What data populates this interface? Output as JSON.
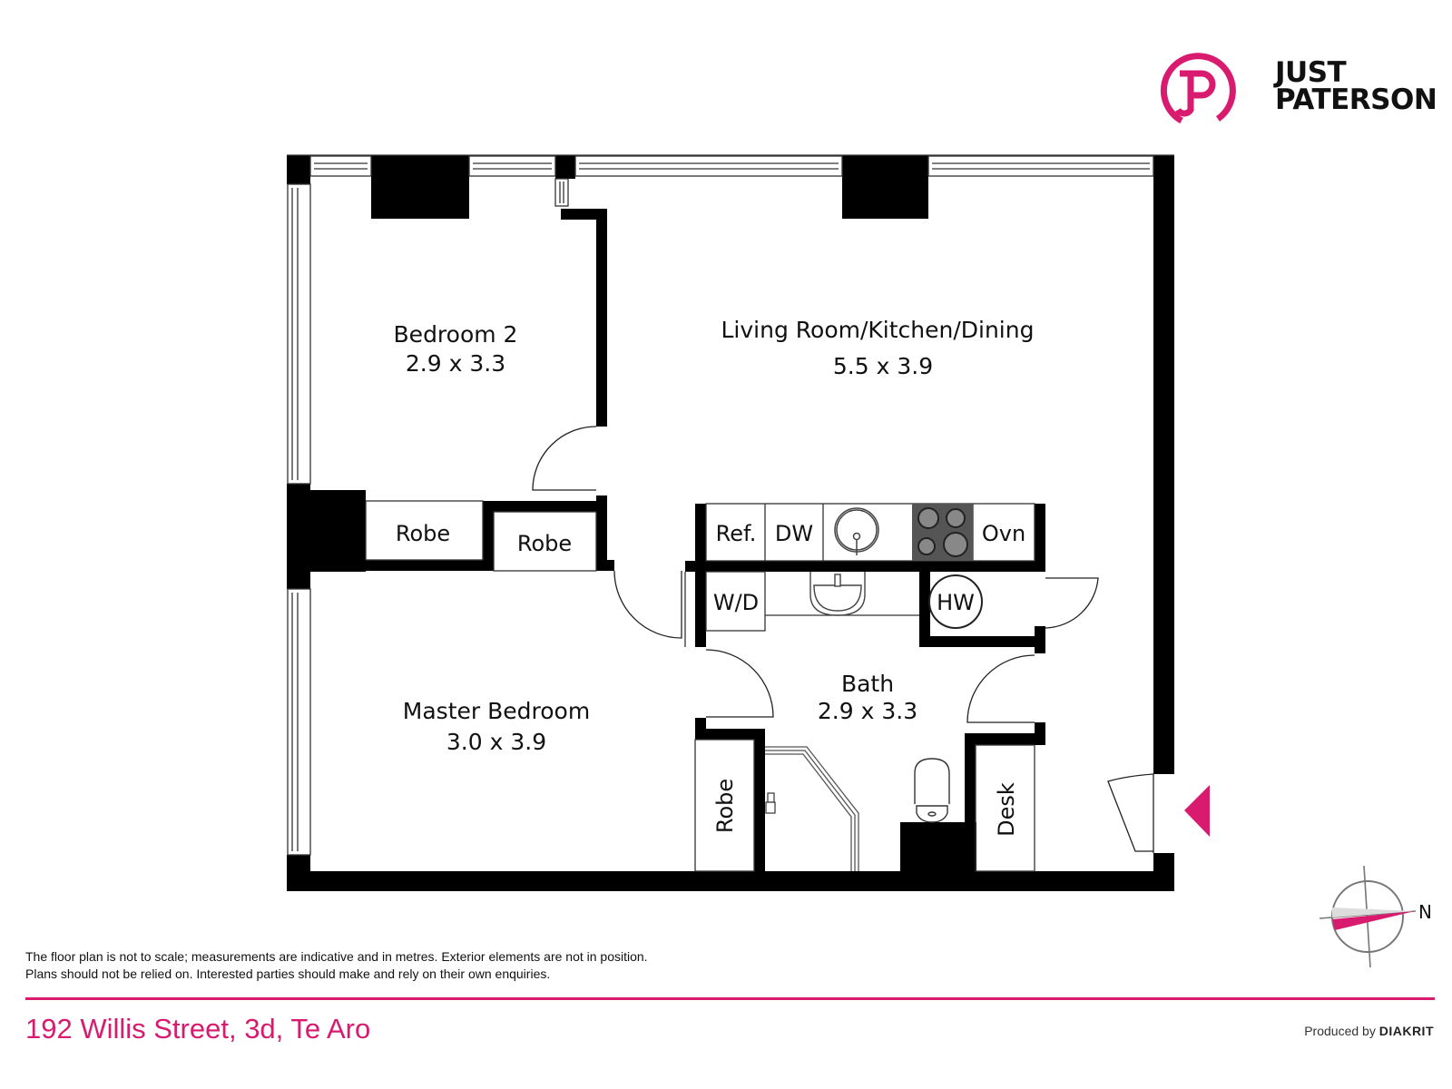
{
  "brand": {
    "name_line1": "JUST",
    "name_line2": "PATERSON",
    "accent_color": "#d81b6f"
  },
  "rooms": {
    "bedroom2": {
      "name": "Bedroom 2",
      "dims": "2.9 x 3.3"
    },
    "living": {
      "name": "Living Room/Kitchen/Dining",
      "dims": "5.5 x 3.9"
    },
    "master": {
      "name": "Master Bedroom",
      "dims": "3.0 x 3.9"
    },
    "bath": {
      "name": "Bath",
      "dims": "2.9 x 3.3"
    }
  },
  "fixtures": {
    "robe1": "Robe",
    "robe2": "Robe",
    "robe3": "Robe",
    "ref": "Ref.",
    "dw": "DW",
    "ovn": "Ovn",
    "wd": "W/D",
    "hw": "HW",
    "desk": "Desk"
  },
  "compass": {
    "label": "N"
  },
  "entry_marker": {
    "icon": "entry-arrow-icon",
    "color": "#d81b6f"
  },
  "disclaimer": {
    "line1": "The floor plan is not to scale; measurements are indicative and in metres. Exterior elements are not in position.",
    "line2": "Plans should not be relied on. Interested parties should make and rely on their own enquiries."
  },
  "footer": {
    "address": "192 Willis Street, 3d, Te Aro",
    "produced_by": "Produced by",
    "producer": "DIAKRIT"
  }
}
